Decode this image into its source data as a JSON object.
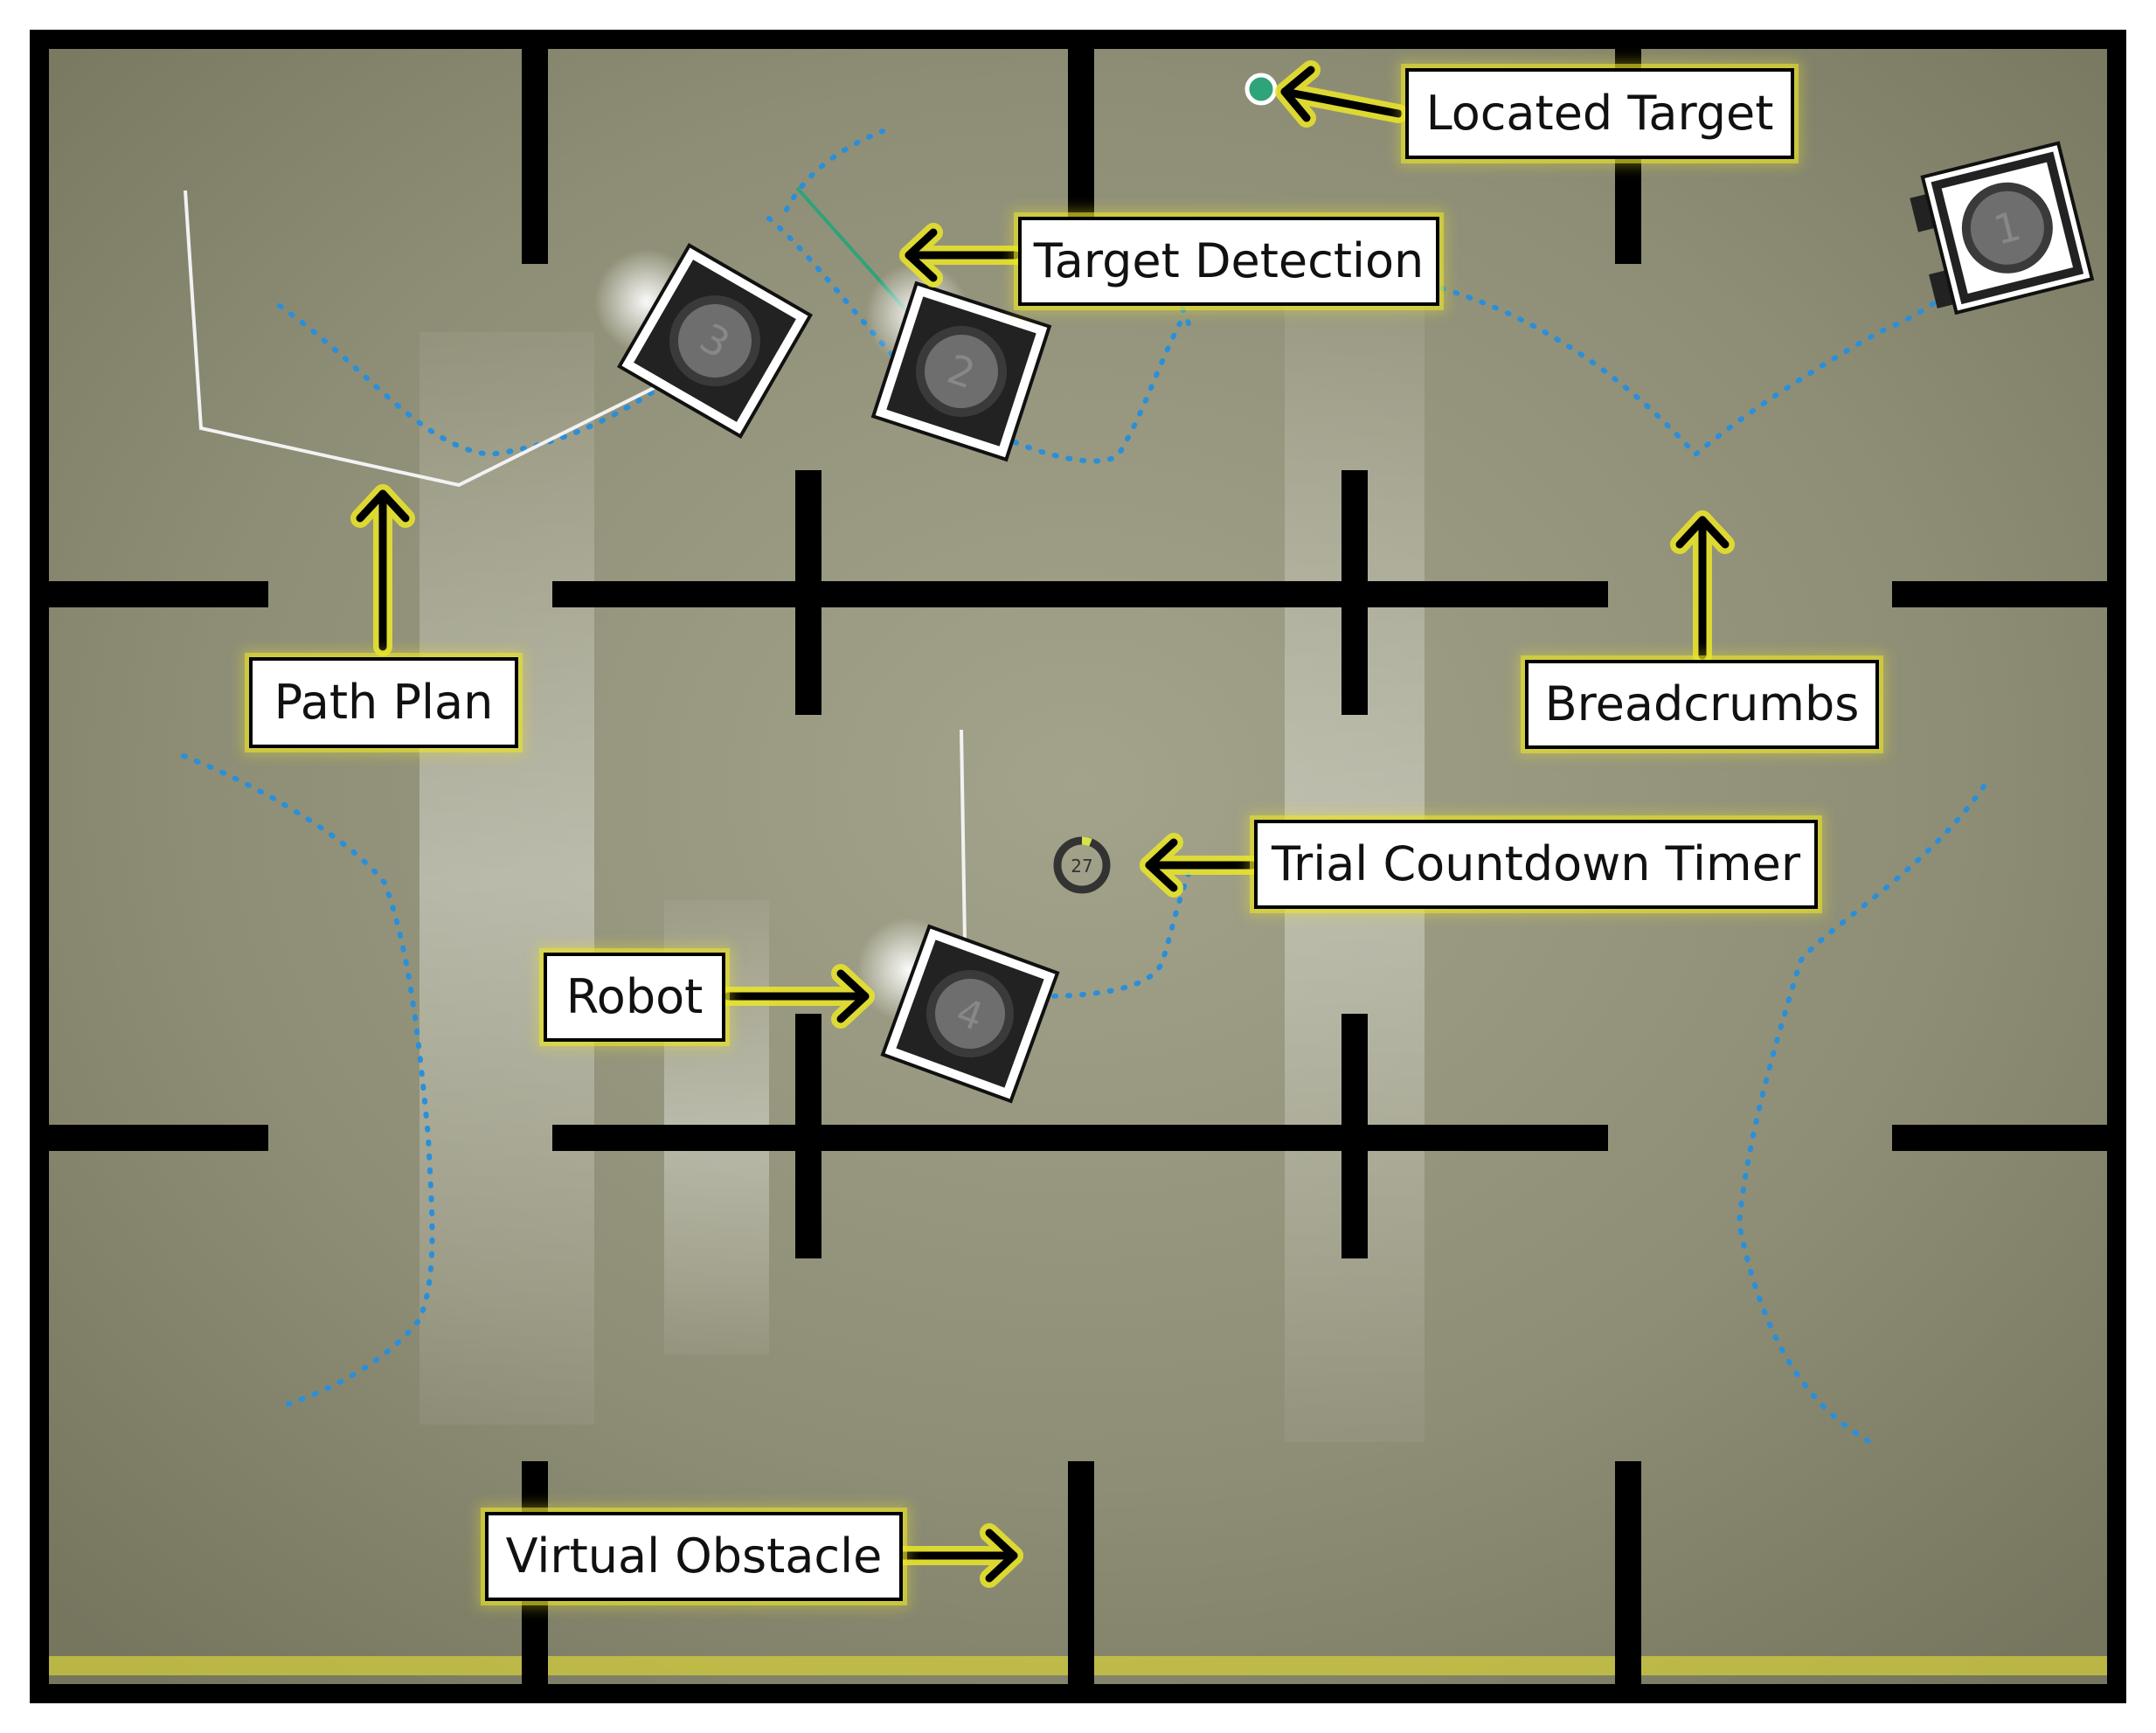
{
  "labels": {
    "located_target": "Located Target",
    "target_detection": "Target Detection",
    "path_plan": "Path Plan",
    "breadcrumbs": "Breadcrumbs",
    "trial_countdown_timer": "Trial Countdown Timer",
    "robot": "Robot",
    "virtual_obstacle": "Virtual Obstacle"
  },
  "robots": [
    {
      "id": "1",
      "label": "1"
    },
    {
      "id": "2",
      "label": "2"
    },
    {
      "id": "3",
      "label": "3"
    },
    {
      "id": "4",
      "label": "4"
    }
  ],
  "timer": {
    "value": "27"
  },
  "colors": {
    "floor": "#8e8e76",
    "wall": "#000000",
    "breadcrumb": "#2a8fd8",
    "highlight": "#ebe628",
    "target": "#2fa37a",
    "detection_line": "#2fa37a"
  },
  "icons": {
    "robot": "robot-icon",
    "target": "target-dot-icon",
    "timer": "countdown-ring-icon",
    "arrow": "arrow-icon"
  }
}
